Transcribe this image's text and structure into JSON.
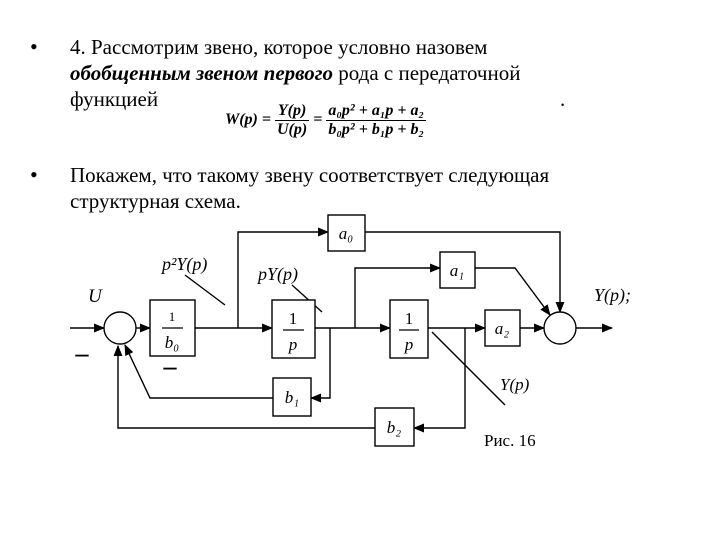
{
  "bullet_symbol": "•",
  "text": {
    "p1_line1": "4. Рассмотрим звено, которое условно назовем",
    "p1_line2_bold": "обобщенным звеном первого",
    "p1_line2_rest": " рода с передаточной",
    "p1_line3": "функцией",
    "p1_period": ".",
    "p2_line1": "Покажем, что такому звену соответствует следующая",
    "p2_line2": "структурная схема."
  },
  "formula": {
    "lhs": "W(p) =",
    "num1": "Y(p)",
    "den1": "U(p)",
    "eq": "=",
    "num2": "a₀p² + a₁p + a₂",
    "den2": "b₀p² + b₁p + b₂"
  },
  "diagram": {
    "input": "U",
    "output": "Y(p);",
    "p2y": "p²Y(p)",
    "pY": "pY(p)",
    "y_signal": "Y(p)",
    "inv_b0_num": "1",
    "inv_b0_den": "b₀",
    "int1_num": "1",
    "int1_den": "p",
    "int2_num": "1",
    "int2_den": "p",
    "a0": "a₀",
    "a1": "a₁",
    "a2": "a₂",
    "b1": "b₁",
    "b2": "b₂",
    "minus": "–",
    "caption": "Рис. 16"
  }
}
